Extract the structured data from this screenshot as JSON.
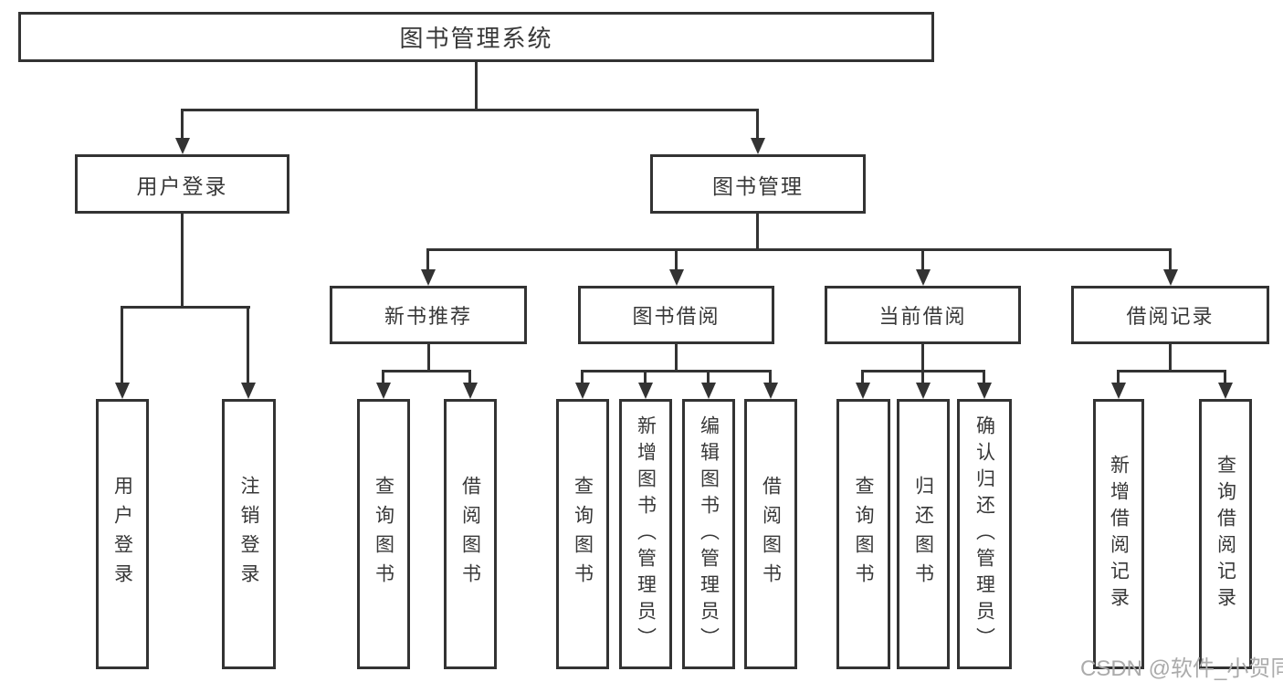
{
  "diagram_title": "图书管理系统",
  "watermark": "CSDN @软件_小贺同学",
  "colors": {
    "line": "#333333",
    "text": "#383838",
    "watermark": "#ababab",
    "background": "#ffffff"
  },
  "tree": {
    "label": "图书管理系统",
    "children": [
      {
        "label": "用户登录",
        "children": [
          {
            "label": "用户登录"
          },
          {
            "label": "注销登录"
          }
        ]
      },
      {
        "label": "图书管理",
        "children": [
          {
            "label": "新书推荐",
            "children": [
              {
                "label": "查询图书"
              },
              {
                "label": "借阅图书"
              }
            ]
          },
          {
            "label": "图书借阅",
            "children": [
              {
                "label": "查询图书"
              },
              {
                "label": "新增图书（管理员）"
              },
              {
                "label": "编辑图书（管理员）"
              },
              {
                "label": "借阅图书"
              }
            ]
          },
          {
            "label": "当前借阅",
            "children": [
              {
                "label": "查询图书"
              },
              {
                "label": "归还图书"
              },
              {
                "label": "确认归还（管理员）"
              }
            ]
          },
          {
            "label": "借阅记录",
            "children": [
              {
                "label": "新增借阅记录"
              },
              {
                "label": "查询借阅记录"
              }
            ]
          }
        ]
      }
    ]
  }
}
